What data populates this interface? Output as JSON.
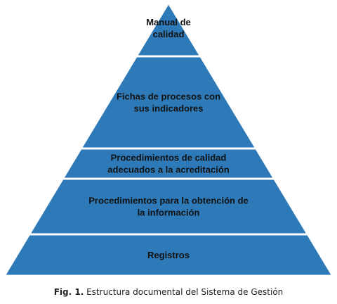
{
  "pyramid": {
    "fill_color": "#2e7ab8",
    "border_color": "#ffffff",
    "tiers": [
      {
        "lines": [
          "Manual de",
          "calidad"
        ]
      },
      {
        "lines": [
          "Fichas de procesos  con",
          "sus indicadores"
        ]
      },
      {
        "lines": [
          "Procedimientos de calidad",
          "adecuados  a la acreditación"
        ]
      },
      {
        "lines": [
          "Procedimientos  para la obtención de",
          "la información"
        ]
      },
      {
        "lines": [
          "Registros"
        ]
      }
    ]
  },
  "caption": {
    "label": "Fig. 1.",
    "text": " Estructura documental del Sistema de Gestión"
  }
}
